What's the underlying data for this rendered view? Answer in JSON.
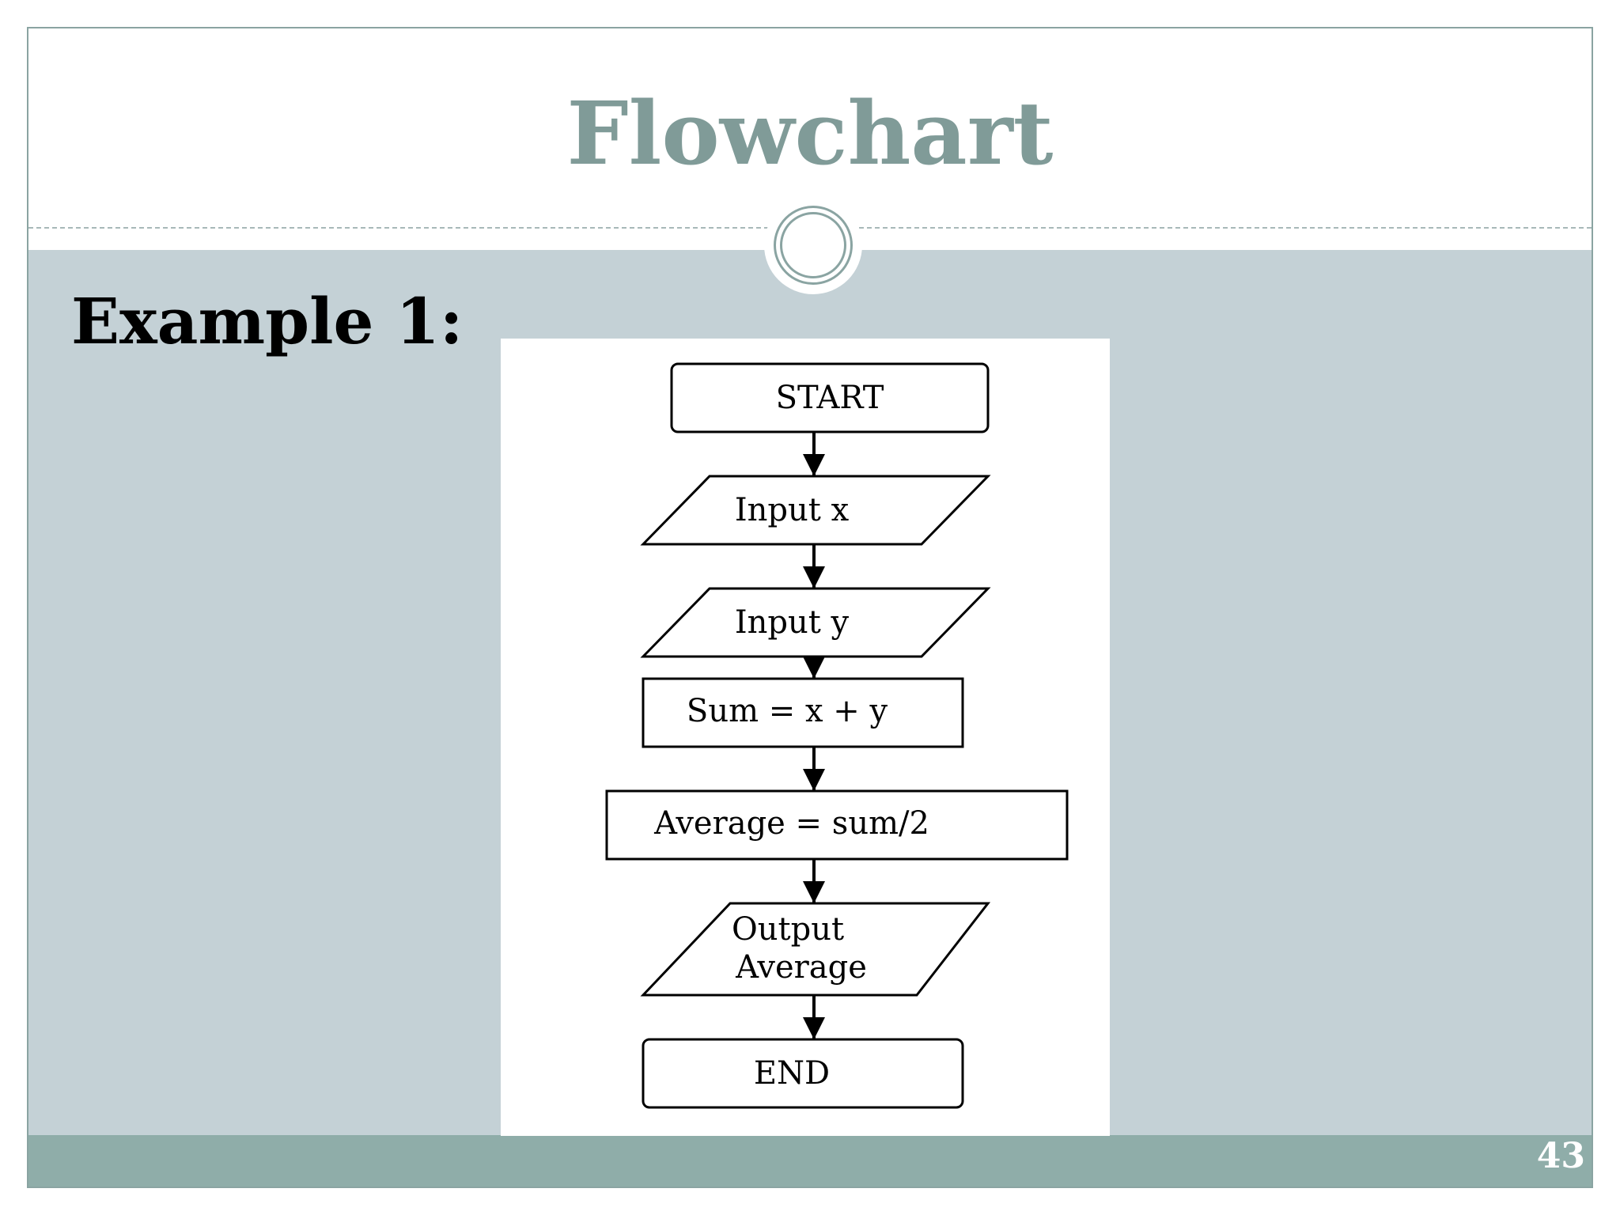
{
  "slide": {
    "title": "Flowchart",
    "subtitle": "Example 1:",
    "page_number": "43"
  },
  "flowchart": {
    "nodes": [
      {
        "id": "start",
        "shape": "terminator",
        "lines": [
          "START"
        ]
      },
      {
        "id": "input-x",
        "shape": "parallelogram",
        "lines": [
          "Input x"
        ]
      },
      {
        "id": "input-y",
        "shape": "parallelogram",
        "lines": [
          "Input y"
        ]
      },
      {
        "id": "sum",
        "shape": "process",
        "lines": [
          "Sum = x + y"
        ]
      },
      {
        "id": "average",
        "shape": "process",
        "lines": [
          "Average = sum/2"
        ]
      },
      {
        "id": "output",
        "shape": "parallelogram",
        "lines": [
          "Output",
          "Average"
        ]
      },
      {
        "id": "end",
        "shape": "terminator",
        "lines": [
          "END"
        ]
      }
    ],
    "edges": [
      {
        "from": "start",
        "to": "input-x"
      },
      {
        "from": "input-x",
        "to": "input-y"
      },
      {
        "from": "input-y",
        "to": "sum"
      },
      {
        "from": "sum",
        "to": "average"
      },
      {
        "from": "average",
        "to": "output"
      },
      {
        "from": "output",
        "to": "end"
      }
    ]
  },
  "colors": {
    "title": "#809b98",
    "content_background": "#c4d1d6",
    "footer": "#8fada9",
    "border": "#8aa4a2"
  }
}
